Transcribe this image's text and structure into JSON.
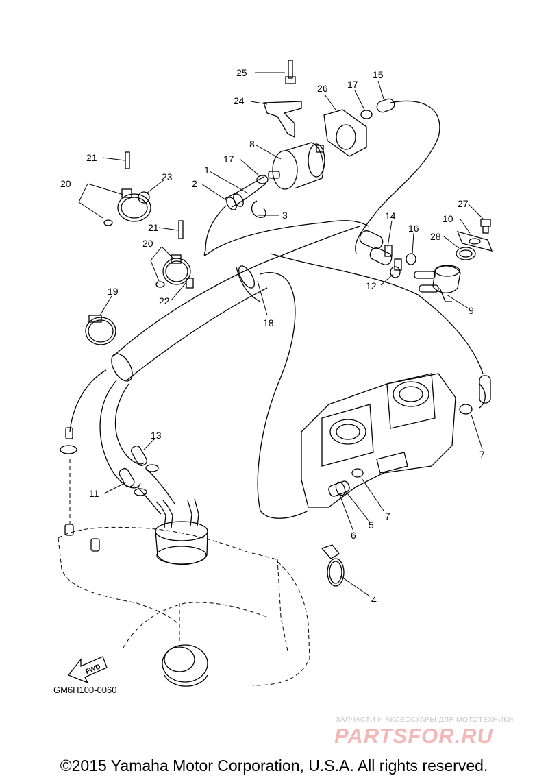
{
  "callouts": [
    {
      "id": "c25",
      "text": "25"
    },
    {
      "id": "c15",
      "text": "15"
    },
    {
      "id": "c17a",
      "text": "17"
    },
    {
      "id": "c26",
      "text": "26"
    },
    {
      "id": "c24",
      "text": "24"
    },
    {
      "id": "c8",
      "text": "8"
    },
    {
      "id": "c17b",
      "text": "17"
    },
    {
      "id": "c1",
      "text": "1"
    },
    {
      "id": "c2",
      "text": "2"
    },
    {
      "id": "c3",
      "text": "3"
    },
    {
      "id": "c21a",
      "text": "21"
    },
    {
      "id": "c20a",
      "text": "20"
    },
    {
      "id": "c23",
      "text": "23"
    },
    {
      "id": "c21b",
      "text": "21"
    },
    {
      "id": "c20b",
      "text": "20"
    },
    {
      "id": "c22",
      "text": "22"
    },
    {
      "id": "c19",
      "text": "19"
    },
    {
      "id": "c18",
      "text": "18"
    },
    {
      "id": "c27",
      "text": "27"
    },
    {
      "id": "c10",
      "text": "10"
    },
    {
      "id": "c28",
      "text": "28"
    },
    {
      "id": "c14",
      "text": "14"
    },
    {
      "id": "c16",
      "text": "16"
    },
    {
      "id": "c12",
      "text": "12"
    },
    {
      "id": "c9",
      "text": "9"
    },
    {
      "id": "c7a",
      "text": "7"
    },
    {
      "id": "c13",
      "text": "13"
    },
    {
      "id": "c11",
      "text": "11"
    },
    {
      "id": "c7b",
      "text": "7"
    },
    {
      "id": "c5",
      "text": "5"
    },
    {
      "id": "c6",
      "text": "6"
    },
    {
      "id": "c4",
      "text": "4"
    }
  ],
  "fwd_label": "FWD",
  "diagram_code": "GM6H100-0060",
  "watermark": {
    "tagline": "ЗАПЧАСТИ И АКСЕССУАРЫ ДЛЯ МОТОТЕХНИКИ",
    "logo": "PARTSFOR.RU"
  },
  "copyright": "©2015 Yamaha Motor Corporation, U.S.A. All rights reserved."
}
